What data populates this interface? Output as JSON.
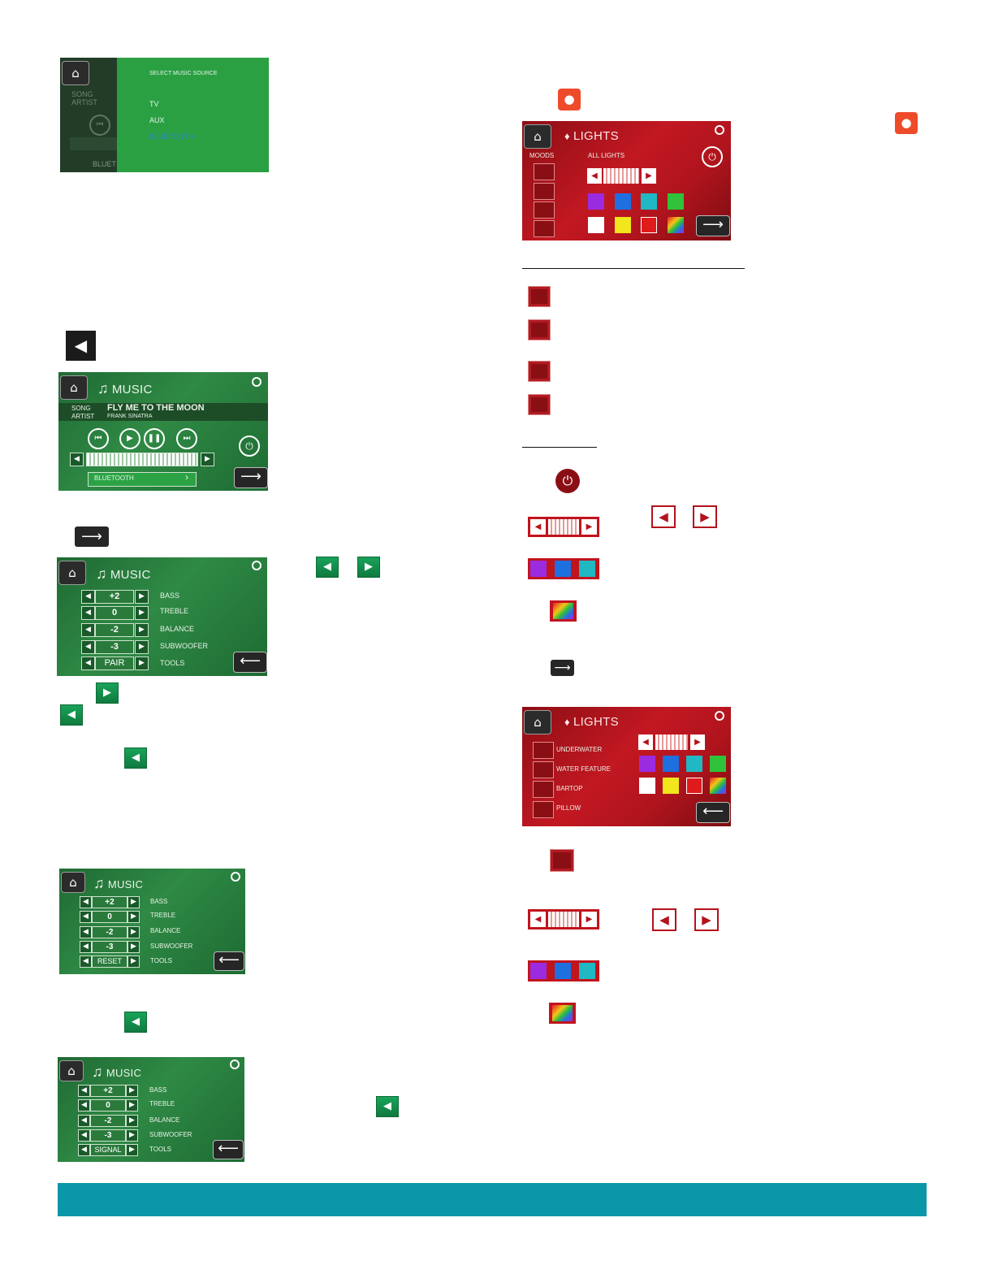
{
  "source_screen": {
    "heading": "SELECT MUSIC SOURCE",
    "options": [
      "TV",
      "AUX",
      "BLUETOOTH"
    ],
    "bg_labels": {
      "song": "SONG",
      "artist": "ARTIST",
      "source": "BLUET"
    }
  },
  "music_main": {
    "title": "MUSIC",
    "song_label": "SONG",
    "artist_label": "ARTIST",
    "song": "FLY ME TO THE MOON",
    "artist": "FRANK SINATRA",
    "source": "BLUETOOTH"
  },
  "tone_screens": [
    {
      "title": "MUSIC",
      "values": [
        "+2",
        "0",
        "-2",
        "-3",
        "PAIR"
      ]
    },
    {
      "title": "MUSIC",
      "values": [
        "+2",
        "0",
        "-2",
        "-3",
        "RESET"
      ]
    },
    {
      "title": "MUSIC",
      "values": [
        "+2",
        "0",
        "-2",
        "-3",
        "SIGNAL"
      ]
    }
  ],
  "tone_labels": [
    "BASS",
    "TREBLE",
    "BALANCE",
    "SUBWOOFER",
    "TOOLS"
  ],
  "lights_main": {
    "title": "LIGHTS",
    "moods_label": "MOODS",
    "all_lights_label": "ALL LIGHTS"
  },
  "lights_zones": {
    "title": "LIGHTS",
    "zones": [
      "UNDERWATER",
      "WATER FEATURE",
      "BARTOP",
      "PILLOW"
    ]
  },
  "colors": {
    "swatches_top": [
      "#9b2be0",
      "#1e6fe0",
      "#1fb8c3",
      "#2fc23a"
    ],
    "swatches_bottom": [
      "#ffffff",
      "#f2e61c",
      "#e01b1b"
    ],
    "footer": "#0b97a8",
    "bulb": "#ee4b2b"
  },
  "icons": {
    "home": "home-icon",
    "power": "power-icon",
    "bulb": "light-bulb-icon",
    "left": "left-arrow-icon",
    "right": "right-arrow-icon"
  }
}
